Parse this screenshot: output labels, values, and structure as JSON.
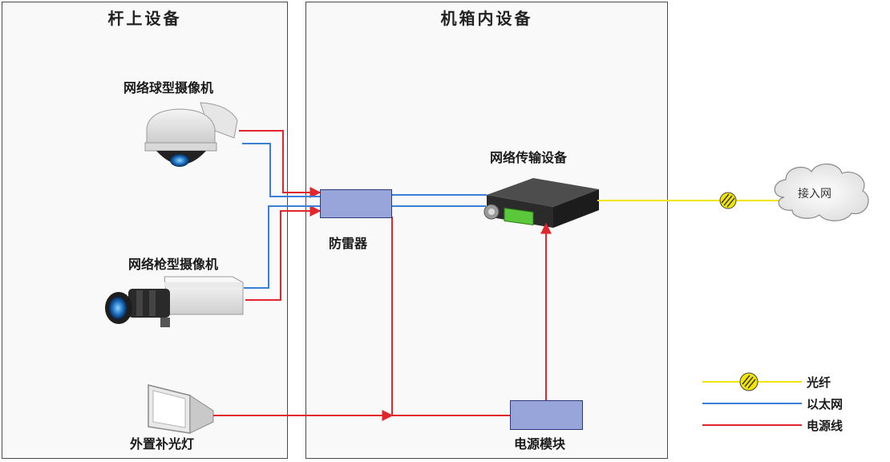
{
  "panels": {
    "pole": {
      "title": "杆上设备"
    },
    "cabinet": {
      "title": "机箱内设备"
    }
  },
  "devices": {
    "dome_camera": {
      "label": "网络球型摄像机"
    },
    "bullet_camera": {
      "label": "网络枪型摄像机"
    },
    "fill_light": {
      "label": "外置补光灯"
    },
    "surge_protector": {
      "label": "防雷器"
    },
    "transmission_device": {
      "label": "网络传输设备"
    },
    "power_module": {
      "label": "电源模块"
    },
    "network_cloud": {
      "label": "接入网"
    }
  },
  "legend": [
    {
      "label": "光纤",
      "color": "#f2e600",
      "icon": "fiber-connector-icon"
    },
    {
      "label": "以太网",
      "color": "#3b7fd6",
      "icon": "line"
    },
    {
      "label": "电源线",
      "color": "#e0262b",
      "icon": "line"
    }
  ],
  "colors": {
    "fiber": "#f2e600",
    "ethernet": "#3b7fd6",
    "power": "#e0262b",
    "box": "#98a5da"
  }
}
